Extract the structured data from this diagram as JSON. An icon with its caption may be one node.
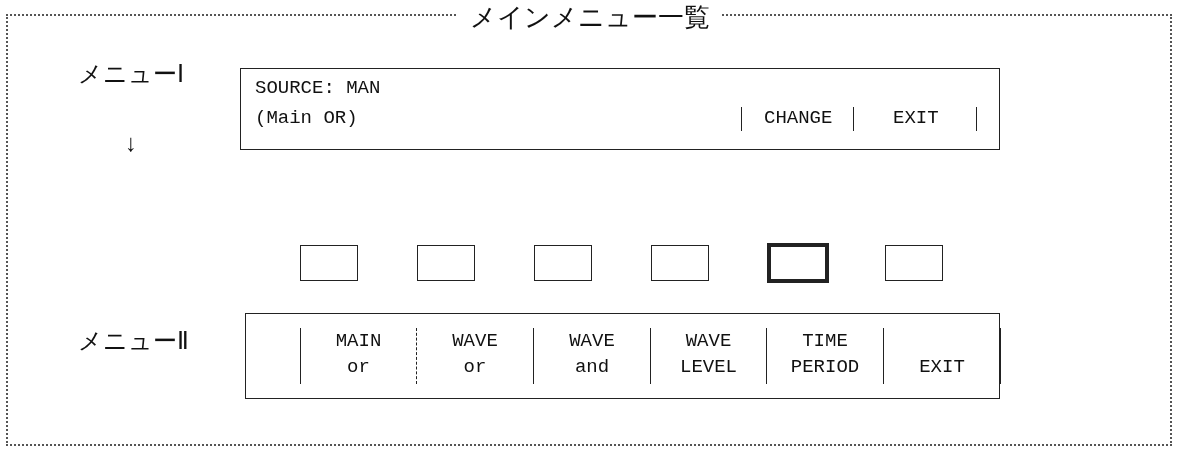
{
  "diagram": {
    "title": "メインメニュー一覧",
    "nodes": [
      {
        "text": [
          "SOURCE: MAN",
          "(Main OR)",
          "CHANGE",
          "EXIT"
        ]
      },
      {
        "text": [],
        "shape": "box"
      },
      {
        "text": [],
        "shape": "box"
      },
      {
        "text": [],
        "shape": "box"
      },
      {
        "text": [],
        "shape": "box"
      },
      {
        "text": [],
        "shape": "box"
      },
      {
        "text": [],
        "shape": "box"
      },
      {
        "text": [
          "MAIN or",
          "WAVE or",
          "WAVE and",
          "WAVE LEVEL",
          "TIME PERIOD",
          "EXIT"
        ]
      }
    ],
    "edges": [],
    "labels": [
      "メニューⅠ",
      "↓",
      "メニューⅡ"
    ]
  }
}
